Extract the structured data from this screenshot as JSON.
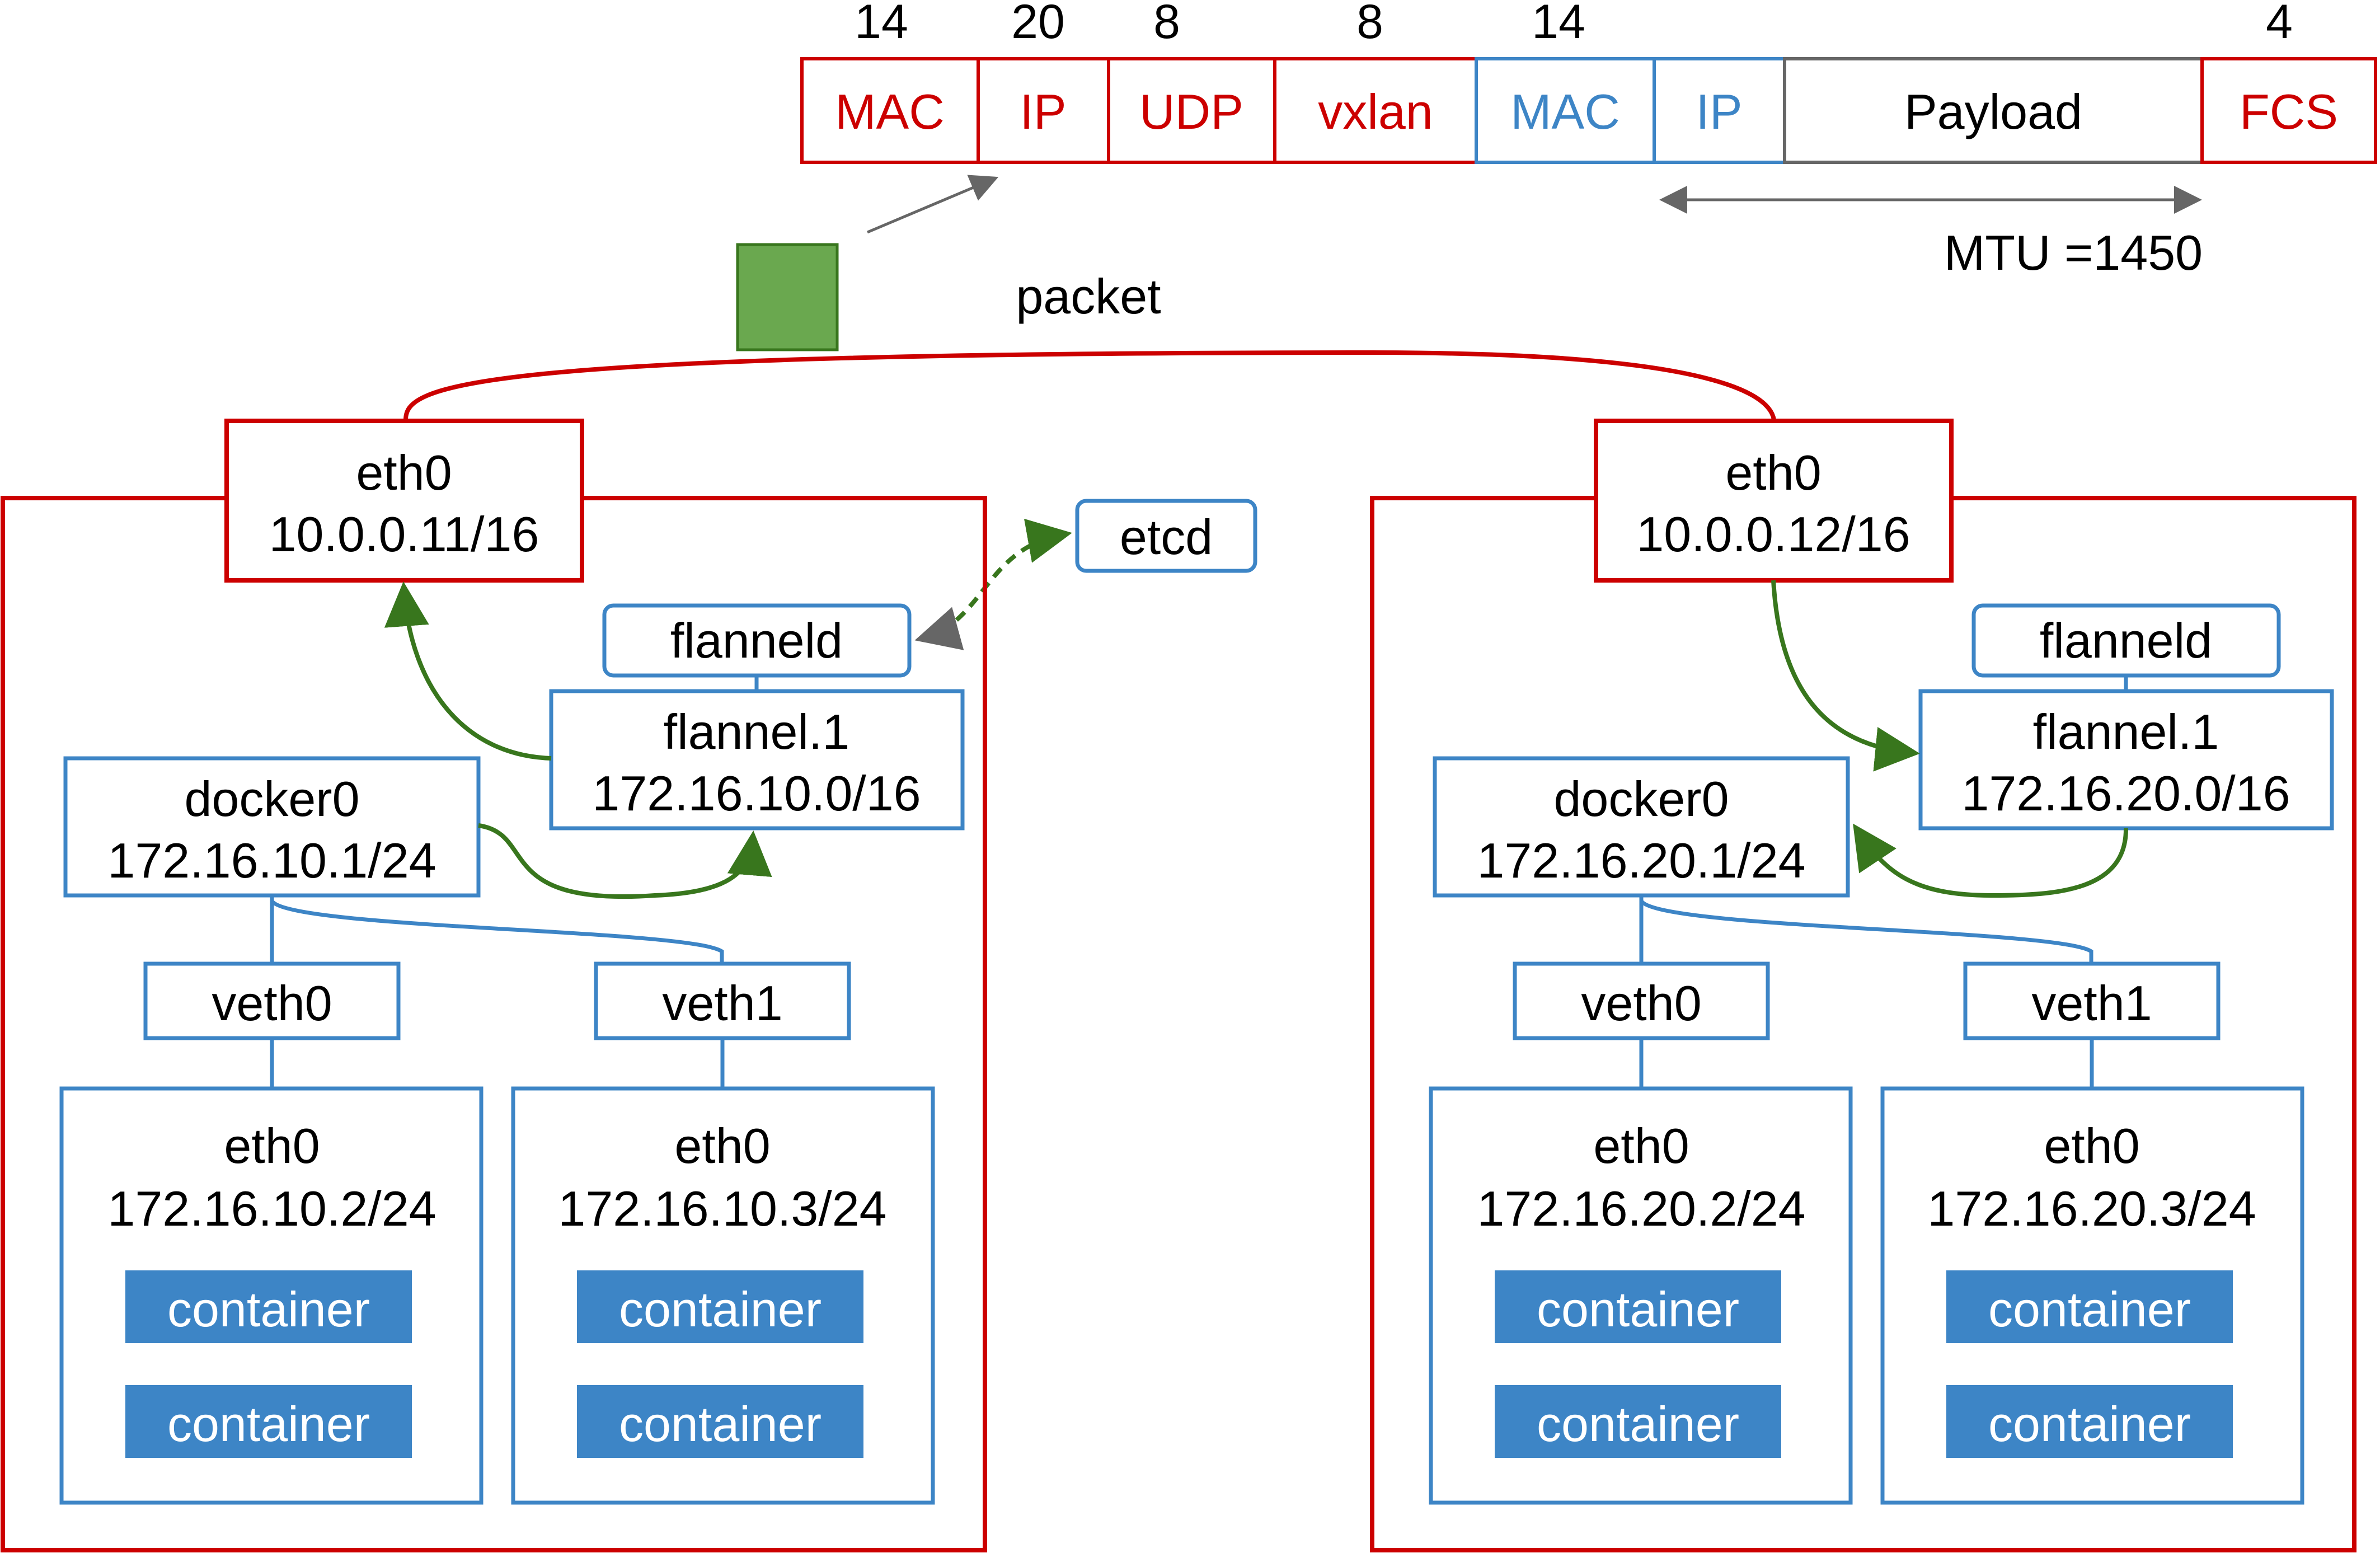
{
  "colors": {
    "red": "#cc0000",
    "blue": "#3d85c6",
    "green": "#38761d",
    "gray": "#666666",
    "packet_fill": "#6aa84f",
    "container_fill": "#3d85c6",
    "text": "#000000",
    "white": "#ffffff"
  },
  "frame": {
    "fields": [
      {
        "name": "MAC",
        "size": "14",
        "color": "red"
      },
      {
        "name": "IP",
        "size": "20",
        "color": "red"
      },
      {
        "name": "UDP",
        "size": "8",
        "color": "red"
      },
      {
        "name": "vxlan",
        "size": "8",
        "color": "red"
      },
      {
        "name": "MAC",
        "size": "14",
        "color": "blue"
      },
      {
        "name": "IP",
        "size": "",
        "color": "blue"
      },
      {
        "name": "Payload",
        "size": "",
        "color": "gray"
      },
      {
        "name": "FCS",
        "size": "4",
        "color": "red"
      }
    ],
    "mtu_label": "MTU =1450"
  },
  "packet_label": "packet",
  "etcd_label": "etcd",
  "hosts": [
    {
      "eth0": {
        "name": "eth0",
        "ip": "10.0.0.11/16"
      },
      "flanneld": "flanneld",
      "flannel": {
        "name": "flannel.1",
        "ip": "172.16.10.0/16"
      },
      "docker": {
        "name": "docker0",
        "ip": "172.16.10.1/24"
      },
      "veths": [
        "veth0",
        "veth1"
      ],
      "pods": [
        {
          "name": "eth0",
          "ip": "172.16.10.2/24",
          "containers": [
            "container",
            "container"
          ]
        },
        {
          "name": "eth0",
          "ip": "172.16.10.3/24",
          "containers": [
            "container",
            "container"
          ]
        }
      ]
    },
    {
      "eth0": {
        "name": "eth0",
        "ip": "10.0.0.12/16"
      },
      "flanneld": "flanneld",
      "flannel": {
        "name": "flannel.1",
        "ip": "172.16.20.0/16"
      },
      "docker": {
        "name": "docker0",
        "ip": "172.16.20.1/24"
      },
      "veths": [
        "veth0",
        "veth1"
      ],
      "pods": [
        {
          "name": "eth0",
          "ip": "172.16.20.2/24",
          "containers": [
            "container",
            "container"
          ]
        },
        {
          "name": "eth0",
          "ip": "172.16.20.3/24",
          "containers": [
            "container",
            "container"
          ]
        }
      ]
    }
  ]
}
